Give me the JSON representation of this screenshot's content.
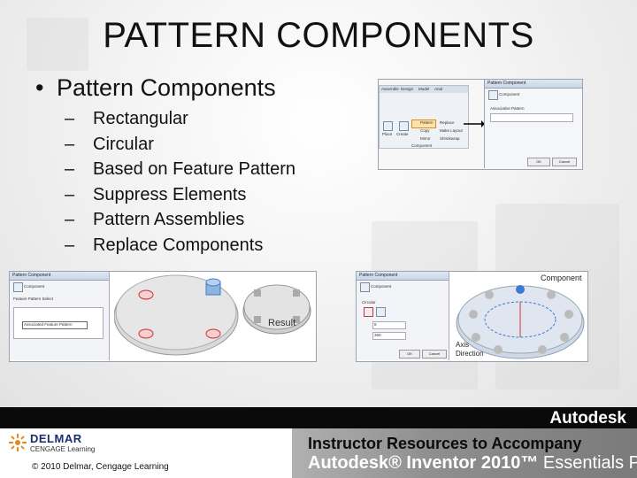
{
  "slide": {
    "title": "PATTERN COMPONENTS",
    "bullet": "Pattern Components",
    "bullet_marker": "•",
    "sub_dash": "–",
    "sub_items": [
      "Rectangular",
      "Circular",
      "Based on Feature Pattern",
      "Suppress Elements",
      "Pattern Assemblies",
      "Replace Components"
    ]
  },
  "ribbon_shot": {
    "tabs": [
      "Assemble",
      "Design",
      "Model",
      "Anal"
    ],
    "buttons": [
      "Place",
      "Create",
      "Pattern",
      "Copy",
      "Mirror",
      "Replace",
      "Make Layout",
      "Shrinkwrap"
    ],
    "panel": "Component",
    "dialog_title": "Pattern Component",
    "dialog_label": "Component",
    "dialog_field": "Associative Pattern",
    "ok": "OK",
    "cancel": "Cancel"
  },
  "feature_shot": {
    "dialog_title": "Pattern Component",
    "component_label": "Component",
    "tab_label": "Feature Pattern Select",
    "list_item": "Associated Feature Pattern",
    "result_label": "Result"
  },
  "circular_shot": {
    "dialog_title": "Pattern Component",
    "component_label": "Component",
    "section_label": "Circular",
    "count": "8",
    "angle": "360",
    "ok": "OK",
    "cancel": "Cancel",
    "component_callout": "Component",
    "axis_callout_1": "Axis",
    "axis_callout_2": "Direction"
  },
  "footer": {
    "brand": "Autodesk",
    "publisher": "DELMAR",
    "publisher_sub": "CENGAGE Learning",
    "copyright": "© 2010 Delmar, Cengage Learning",
    "line1": "Instructor Resources to Accompany",
    "product_bold": "Autodesk® Inventor 2010™",
    "product_rest": " Essentials Plus"
  },
  "colors": {
    "footer_band": "#0a0a0a",
    "footer_grey": "#8f8f8f",
    "highlight_red": "#d33333",
    "selection_blue": "#3a7bd5"
  }
}
